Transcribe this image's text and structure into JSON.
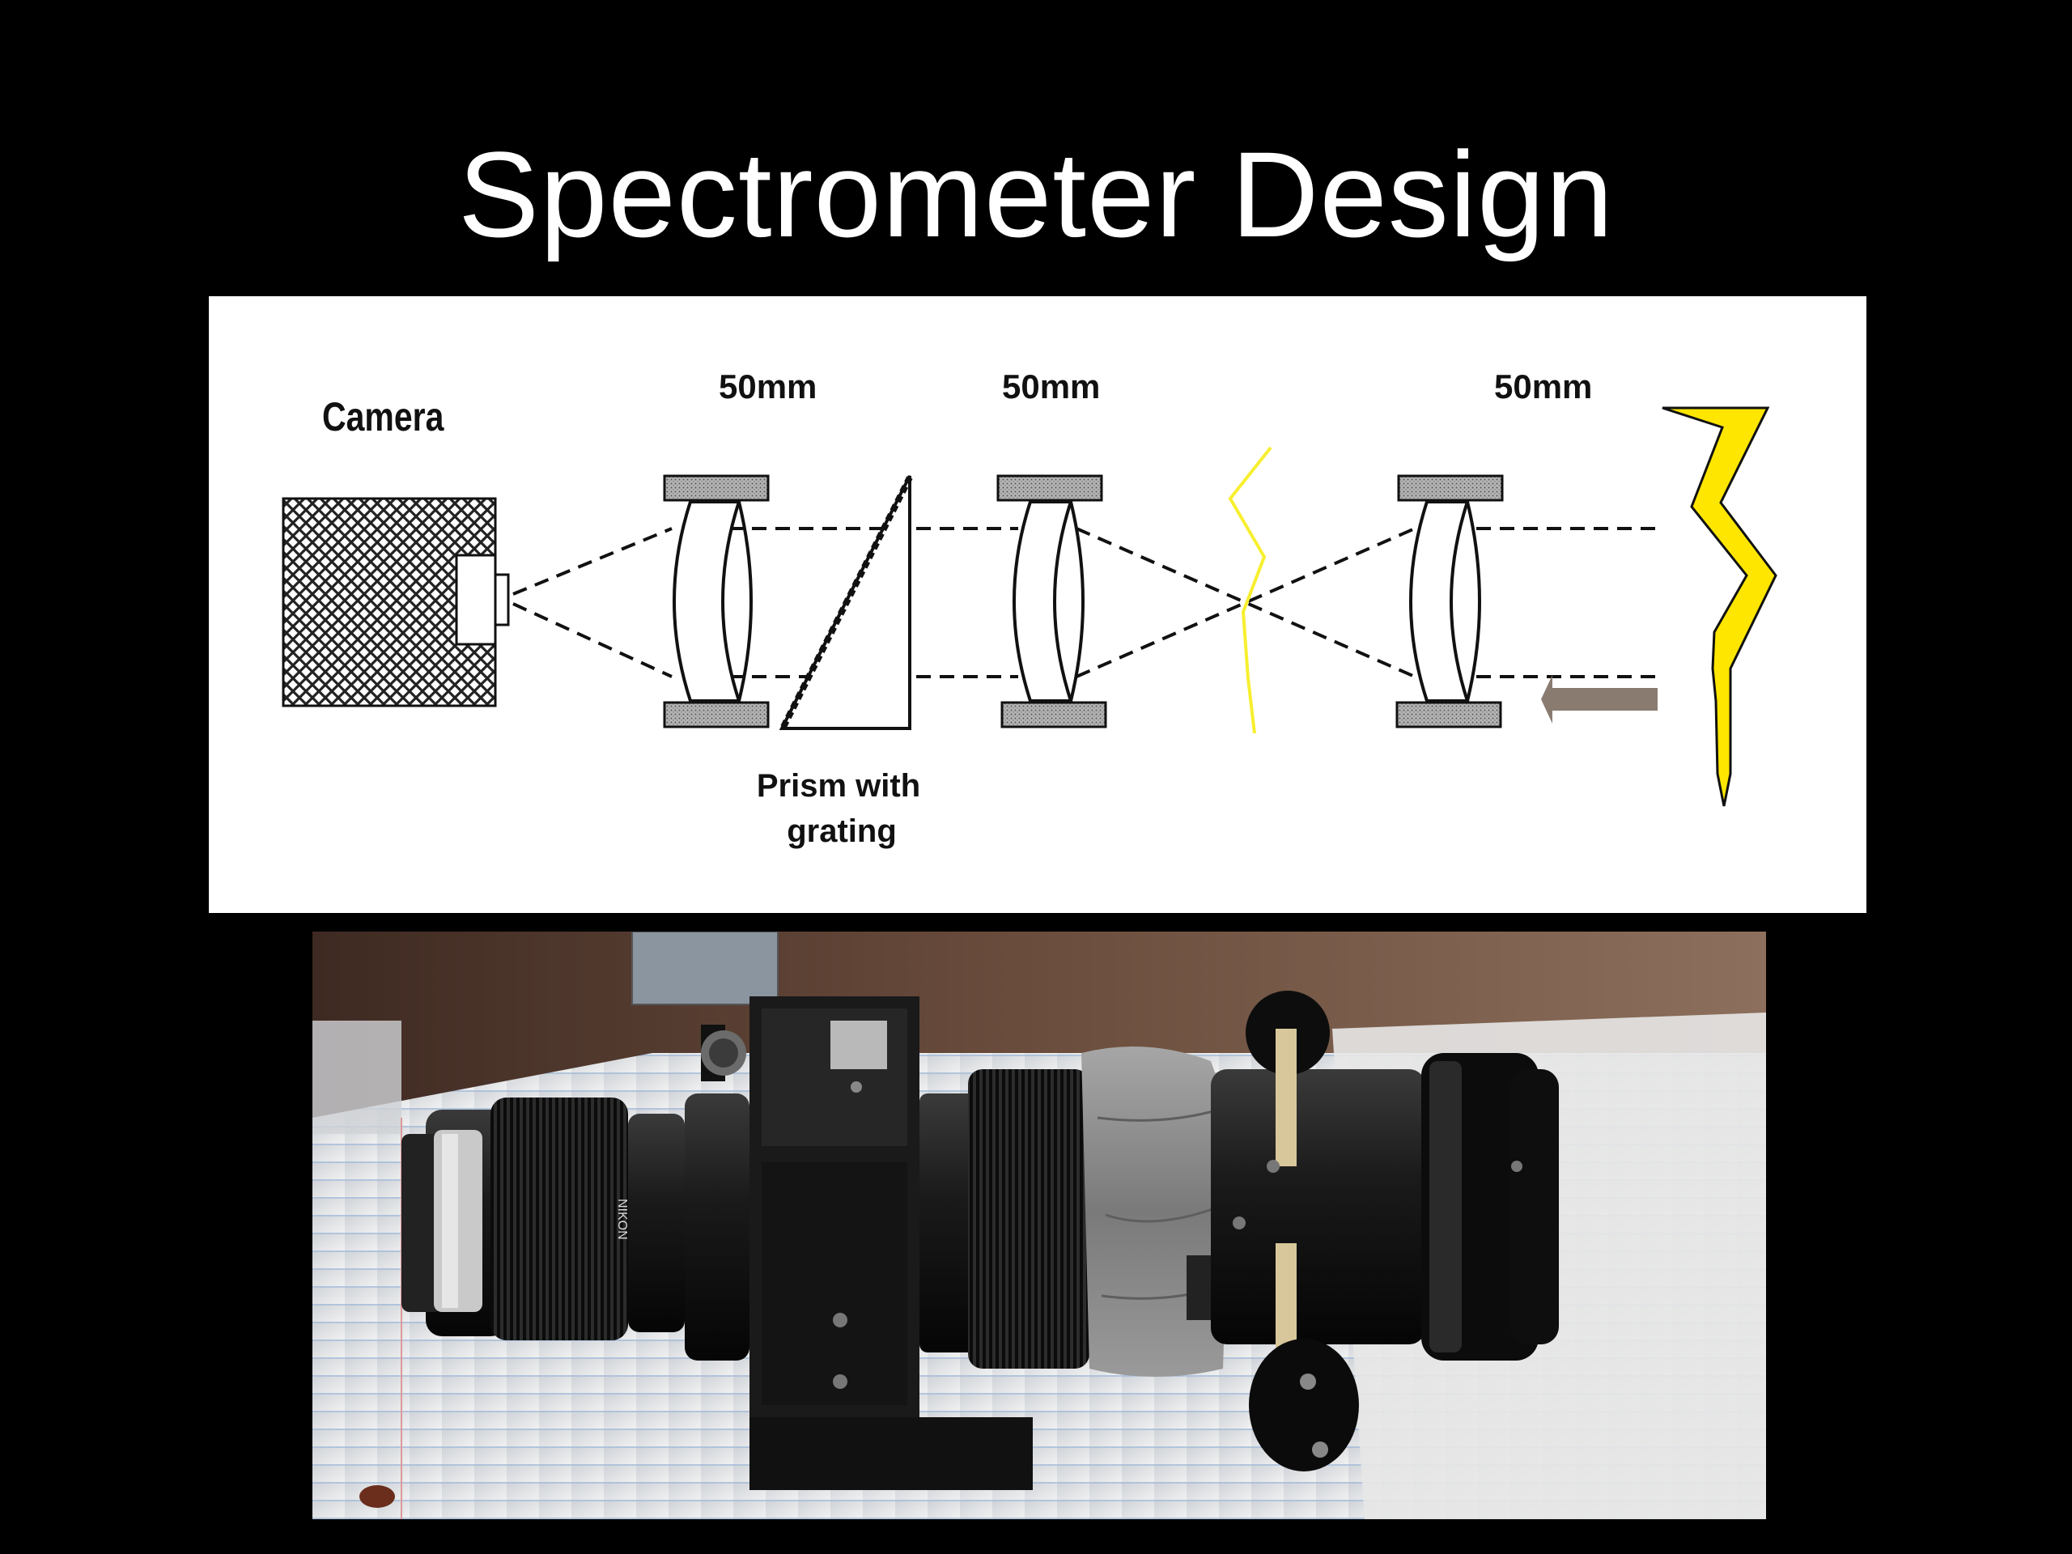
{
  "slide": {
    "title": "Spectrometer Design"
  },
  "diagram": {
    "camera_label": "Camera",
    "focal_lengths": [
      "50mm",
      "50mm",
      "50mm"
    ],
    "prism_label_line1": "Prism with",
    "prism_label_line2": "grating",
    "colors": {
      "light_ray": "#ffee00",
      "arrow": "#8a7b70",
      "mount_fill": "#9a9a9a"
    }
  },
  "photo": {
    "lens_engraving": "NIKON"
  }
}
